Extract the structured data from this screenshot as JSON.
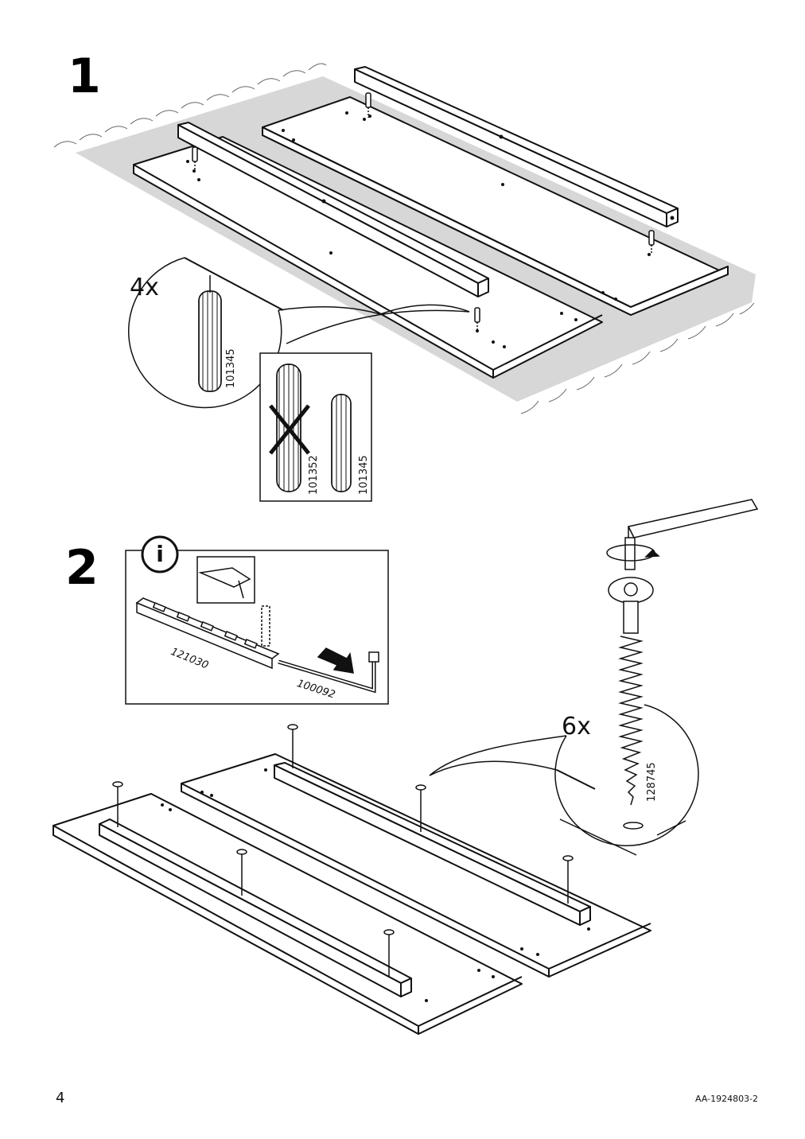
{
  "page": {
    "page_number": "4",
    "doc_code": "AA-1924803-2"
  },
  "step1": {
    "number": "1",
    "quantity": "4x",
    "dowel_part": "101345",
    "compare_wrong_part": "101352",
    "compare_right_part": "101345"
  },
  "step2": {
    "number": "2",
    "info_icon": "info-circle-icon",
    "info_symbol": "i",
    "tool_part": "121030",
    "key_part": "100092",
    "quantity": "6x",
    "screw_part": "128745"
  },
  "colors": {
    "line": "#111111",
    "floor_shadow": "#d9d9d9",
    "white": "#ffffff"
  }
}
